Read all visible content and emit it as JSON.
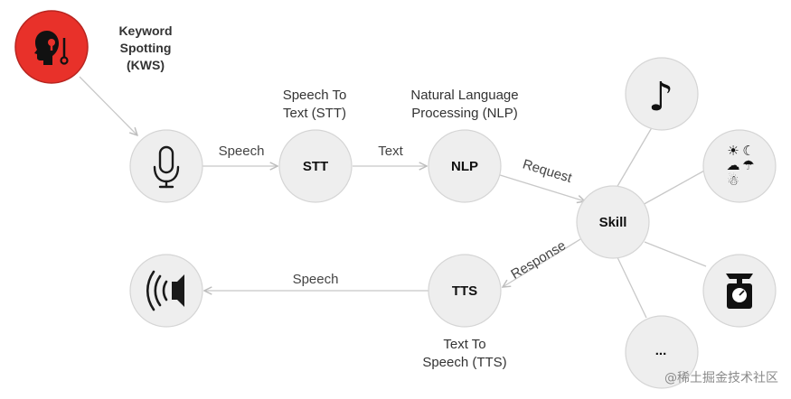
{
  "kws": {
    "label_lines": [
      "Keyword",
      "Spotting",
      "(KWS)"
    ],
    "color": "#e8312a",
    "icon": "head-keyhole-icon"
  },
  "mic": {
    "icon": "microphone-icon"
  },
  "stt": {
    "label": "STT",
    "caption_lines": [
      "Speech To",
      "Text (STT)"
    ]
  },
  "nlp": {
    "label": "NLP",
    "caption_lines": [
      "Natural Language",
      "Processing (NLP)"
    ]
  },
  "skill": {
    "label": "Skill"
  },
  "tts": {
    "label": "TTS",
    "caption_lines": [
      "Text To",
      "Speech (TTS)"
    ]
  },
  "speaker": {
    "icon": "speaker-icon"
  },
  "skills": [
    {
      "name": "music",
      "icon": "music-note-icon",
      "glyph": "♪"
    },
    {
      "name": "weather",
      "icon": "weather-icon",
      "glyphs": [
        "☀",
        "☾",
        "☁",
        "☂",
        "☃"
      ]
    },
    {
      "name": "scale",
      "icon": "kitchen-scale-icon"
    },
    {
      "name": "more",
      "label": "..."
    }
  ],
  "edges": {
    "mic_to_stt": "Speech",
    "stt_to_nlp": "Text",
    "nlp_to_skill": "Request",
    "skill_to_tts": "Response",
    "tts_to_speaker": "Speech"
  },
  "watermark": "@稀土掘金技术社区"
}
